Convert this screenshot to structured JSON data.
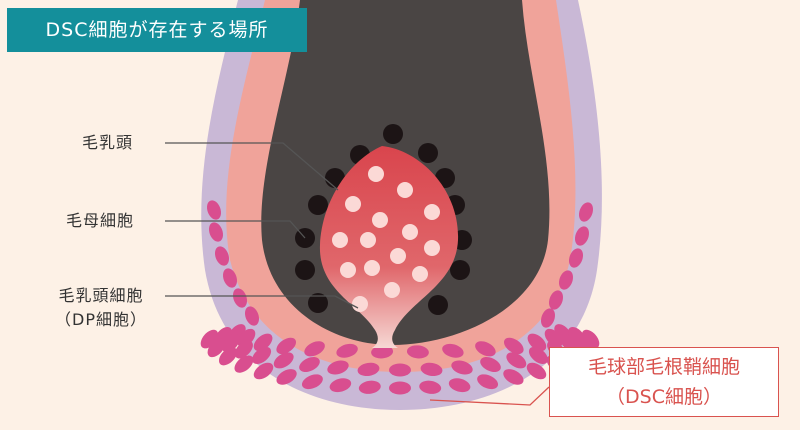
{
  "title": "DSC細胞が存在する場所",
  "labels": {
    "papilla": "毛乳頭",
    "matrix": "毛母細胞",
    "dp_line1": "毛乳頭細胞",
    "dp_line2": "（DP細胞）",
    "dsc_line1": "毛球部毛根鞘細胞",
    "dsc_line2": "（DSC細胞）"
  },
  "colors": {
    "title_bg": "#148f9b",
    "sheath": "#c9b8d6",
    "pink_layer": "#f0a39a",
    "shaft": "#4a4544",
    "papilla": "#d9555a",
    "dsc_cell": "#d94e8f",
    "matrix_cell": "#1c1415",
    "callout": "#d9534f"
  }
}
